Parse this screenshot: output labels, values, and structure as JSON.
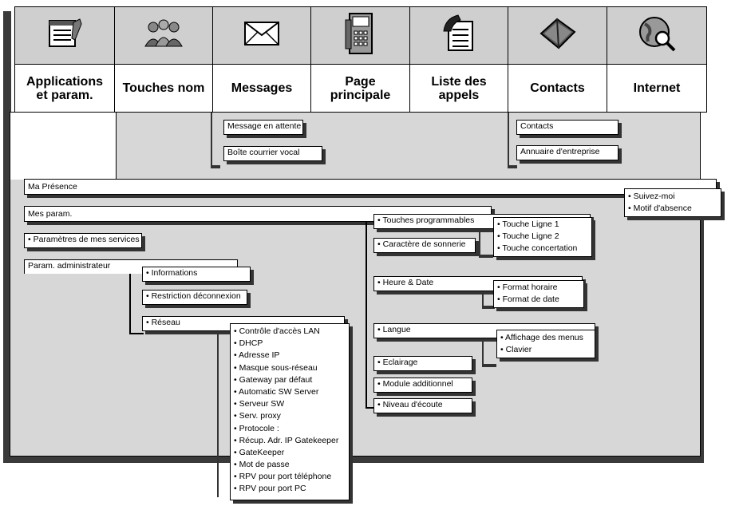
{
  "tabs": [
    {
      "label": "Applications\net param.",
      "icon": "settings-list-icon"
    },
    {
      "label": "Touches nom",
      "icon": "people-group-icon"
    },
    {
      "label": "Messages",
      "icon": "envelope-icon"
    },
    {
      "label": "Page\nprincipale",
      "icon": "desk-phone-icon"
    },
    {
      "label": "Liste des\nappels",
      "icon": "call-list-icon"
    },
    {
      "label": "Contacts",
      "icon": "address-book-icon"
    },
    {
      "label": "Internet",
      "icon": "globe-search-icon"
    }
  ],
  "messages_menu": [
    "Message en attente",
    "Boîte courrier vocal"
  ],
  "contacts_menu": [
    "Contacts",
    "Annuaire d'entreprise"
  ],
  "presence": {
    "label": "Ma Présence",
    "items": [
      "• Suivez-moi",
      "• Motif d'absence"
    ]
  },
  "settings": {
    "label": "Mes param.",
    "services": "• Paramètres de mes services",
    "admin": "Param. administrateur"
  },
  "admin_menu": {
    "informations": "• Informations",
    "restriction": "• Restriction déconnexion",
    "reseau": "• Réseau",
    "network_items": [
      "• Contrôle d'accès LAN",
      "• DHCP",
      "• Adresse IP",
      "• Masque sous-réseau",
      "• Gateway par défaut",
      "• Automatic SW Server",
      "• Serveur SW",
      "• Serv. proxy",
      "• Protocole :",
      "• Récup. Adr. IP Gatekeeper",
      "• GateKeeper",
      "• Mot de passe",
      "• RPV pour port téléphone",
      "• RPV pour port PC"
    ]
  },
  "user_menu": {
    "touches": "• Touches programmables",
    "touches_items": [
      "• Touche Ligne 1",
      "• Touche Ligne 2",
      "• Touche concertation"
    ],
    "sonnerie": "• Caractère de sonnerie",
    "heure": "• Heure & Date",
    "heure_items": [
      "• Format horaire",
      "• Format de date"
    ],
    "langue": "• Langue",
    "langue_items": [
      "• Affichage des menus",
      "• Clavier"
    ],
    "eclairage": "• Eclairage",
    "module": "• Module additionnel",
    "ecoute": "• Niveau d'écoute"
  }
}
